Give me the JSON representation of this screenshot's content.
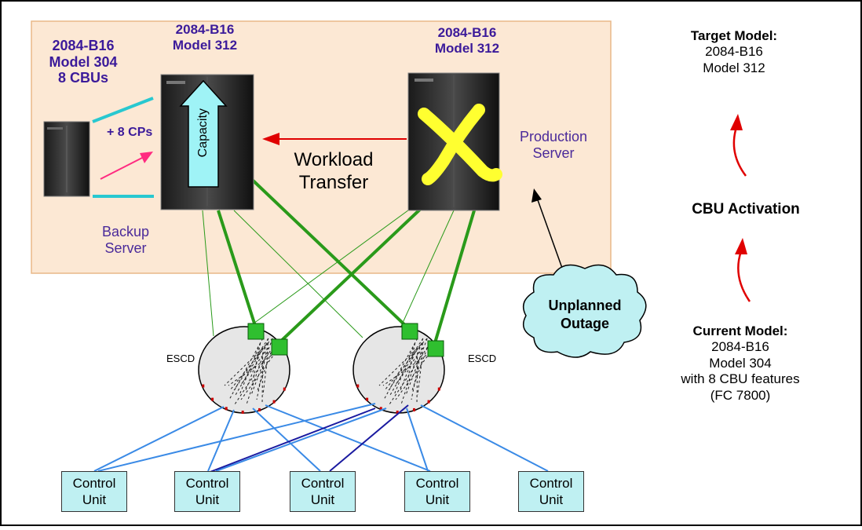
{
  "servers": {
    "backup": {
      "header": [
        "2084-B16",
        "Model 304",
        "8 CBUs"
      ],
      "caption": [
        "Backup",
        "Server"
      ]
    },
    "target": {
      "header": [
        "2084-B16",
        "Model 312"
      ],
      "capacity_label": "Capacity"
    },
    "production": {
      "header": [
        "2084-B16",
        "Model 312"
      ],
      "caption": [
        "Production",
        "Server"
      ]
    }
  },
  "upgrade_label": "+ 8 CPs",
  "workload_transfer": [
    "Workload",
    "Transfer"
  ],
  "outage": [
    "Unplanned",
    "Outage"
  ],
  "escd_label": "ESCD",
  "control_units": [
    [
      "Control",
      "Unit"
    ],
    [
      "Control",
      "Unit"
    ],
    [
      "Control",
      "Unit"
    ],
    [
      "Control",
      "Unit"
    ],
    [
      "Control",
      "Unit"
    ]
  ],
  "right_panel": {
    "target_title": "Target Model:",
    "target_lines": [
      "2084-B16",
      "Model 312"
    ],
    "activation": "CBU Activation",
    "current_title": "Current Model:",
    "current_lines": [
      "2084-B16",
      "Model 304",
      "with 8 CBU features",
      "(FC 7800)"
    ]
  },
  "colors": {
    "panel_fill": "#fce8d4",
    "panel_border": "#e9b888",
    "arrow_red": "#e00000",
    "fiber_green": "#2a9a1a",
    "link_blue": "#3a8ae6",
    "link_darkblue": "#1a1aa0",
    "cyan_bracket": "#28c8d0",
    "capacity_arrow": "#9ff3f6",
    "cloud_fill": "#bff0f2",
    "control_unit_fill": "#bff0f2",
    "x_mark": "#ffff30"
  }
}
